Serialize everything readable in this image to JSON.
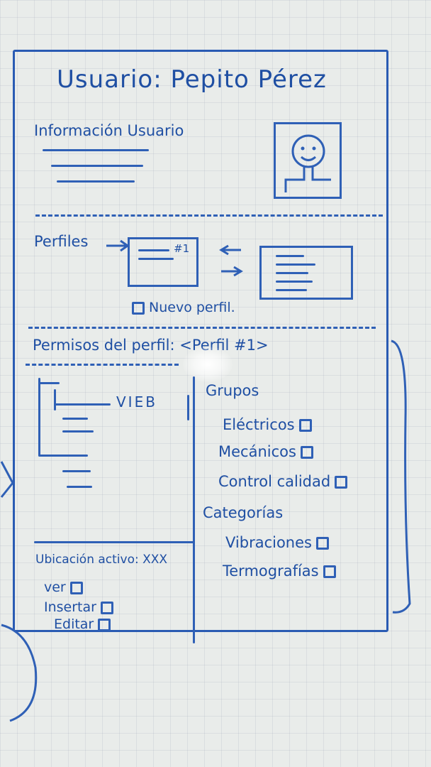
{
  "header": {
    "title": "Usuario: Pepito Pérez"
  },
  "user_info": {
    "label": "Información Usuario",
    "avatar_icon": "user-face-icon"
  },
  "profiles": {
    "label": "Perfiles",
    "selected_profile_tag": "#1",
    "new_profile_label": "Nuevo perfil."
  },
  "permissions": {
    "label": "Permisos del perfil: <Perfil #1>",
    "tree_root_label": "VIEB",
    "location_label": "Ubicación activo: XXX",
    "actions": [
      {
        "label": "ver"
      },
      {
        "label": "Insertar"
      },
      {
        "label": "Editar"
      }
    ]
  },
  "groups": {
    "label": "Grupos",
    "items": [
      {
        "label": "Eléctricos"
      },
      {
        "label": "Mecánicos"
      },
      {
        "label": "Control calidad"
      }
    ]
  },
  "categories": {
    "label": "Categorías",
    "items": [
      {
        "label": "Vibraciones"
      },
      {
        "label": "Termografías"
      }
    ]
  },
  "colors": {
    "ink": "#1f4fa3",
    "board": "#e9ecea"
  }
}
